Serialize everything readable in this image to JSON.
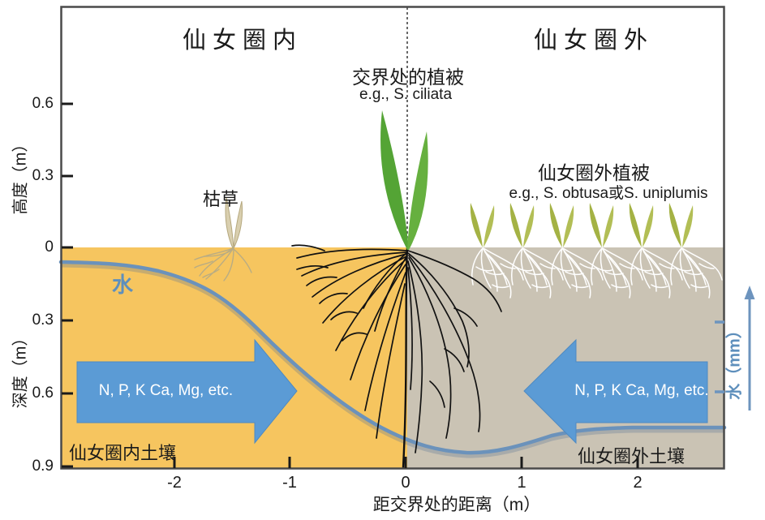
{
  "titles": {
    "inside": "仙女圈内",
    "outside": "仙女圈外"
  },
  "vegetation": {
    "boundary_title": "交界处的植被",
    "boundary_example": "e.g., S. ciliata",
    "outside_title": "仙女圈外植被",
    "outside_example": "e.g., S. obtusa或S. uniplumis",
    "dead_grass": "枯草"
  },
  "water": {
    "curve_label": "水",
    "right_axis_label": "水（mm）"
  },
  "soil": {
    "inside_label": "仙女圈内土壤",
    "outside_label": "仙女圈外土壤"
  },
  "nutrients": {
    "left_arrow_text": "N, P, K Ca, Mg, etc.",
    "right_arrow_text": "N, P, K Ca, Mg, etc."
  },
  "axes": {
    "y_top_label": "高度（m）",
    "y_bottom_label": "深度（m）",
    "x_label": "距交界处的距离（m）",
    "y_ticks": [
      "0.6",
      "0.3",
      "0",
      "0.3",
      "0.6",
      "0.9"
    ],
    "x_ticks": [
      "-2",
      "-1",
      "0",
      "1",
      "2"
    ]
  },
  "colors": {
    "soil_inside": "#F6C55F",
    "soil_outside": "#CAC3B4",
    "water_line": "#6B92BB",
    "water_text": "#5E8FBC",
    "nutrient_arrow": "#5B9BD5",
    "boundary_plant_green": "#54A435",
    "outside_plant_olive": "#A4B244",
    "dead_grass_tan": "#D9CFAF",
    "root_black": "#111111",
    "root_white": "#FFFFFF"
  }
}
